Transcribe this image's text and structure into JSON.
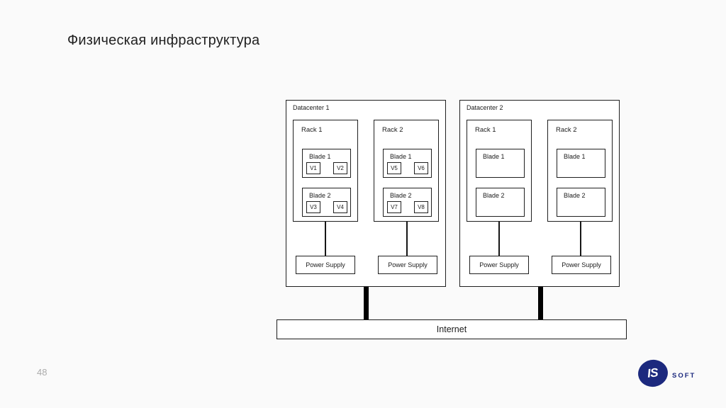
{
  "slide": {
    "title": "Физическая инфраструктура",
    "page_number": "48"
  },
  "diagram": {
    "datacenters": [
      {
        "label": "Datacenter 1",
        "racks": [
          {
            "label": "Rack 1",
            "blades": [
              {
                "label": "Blade 1",
                "vms": [
                  "V1",
                  "V2"
                ]
              },
              {
                "label": "Blade 2",
                "vms": [
                  "V3",
                  "V4"
                ]
              }
            ],
            "power_label": "Power Supply"
          },
          {
            "label": "Rack 2",
            "blades": [
              {
                "label": "Blade 1",
                "vms": [
                  "V5",
                  "V6"
                ]
              },
              {
                "label": "Blade 2",
                "vms": [
                  "V7",
                  "V8"
                ]
              }
            ],
            "power_label": "Power Supply"
          }
        ]
      },
      {
        "label": "Datacenter 2",
        "racks": [
          {
            "label": "Rack 1",
            "blades": [
              {
                "label": "Blade 1",
                "vms": []
              },
              {
                "label": "Blade 2",
                "vms": []
              }
            ],
            "power_label": "Power Supply"
          },
          {
            "label": "Rack 2",
            "blades": [
              {
                "label": "Blade 1",
                "vms": []
              },
              {
                "label": "Blade 2",
                "vms": []
              }
            ],
            "power_label": "Power Supply"
          }
        ]
      }
    ],
    "internet_label": "Internet"
  },
  "logo": {
    "initials": "IS",
    "brand": "SOFT"
  },
  "colors": {
    "bg": "#fafafa",
    "border": "#1f1f1f",
    "navy": "#1c297e",
    "muted": "#ababab"
  }
}
